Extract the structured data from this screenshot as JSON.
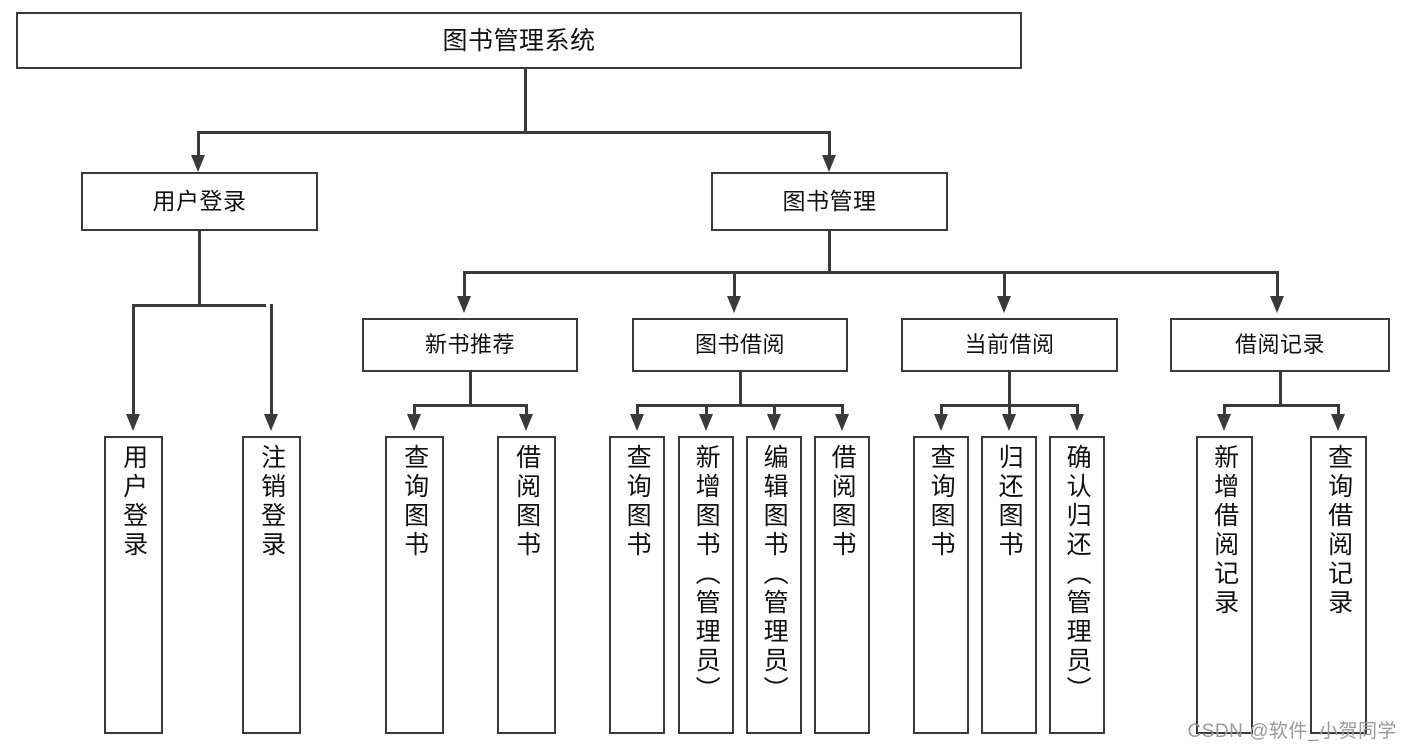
{
  "diagram": {
    "title": "图书管理系统",
    "type": "tree",
    "colors": {
      "stroke": "#3a3a3a",
      "text": "#111111",
      "background": "#ffffff",
      "watermark": "#9a9a9a"
    },
    "root": {
      "label": "图书管理系统"
    },
    "level2": [
      {
        "id": "user-login",
        "label": "用户登录"
      },
      {
        "id": "book-manage",
        "label": "图书管理"
      }
    ],
    "level3": [
      {
        "id": "new-book-rec",
        "label": "新书推荐",
        "parent": "book-manage"
      },
      {
        "id": "book-borrow",
        "label": "图书借阅",
        "parent": "book-manage"
      },
      {
        "id": "current-borrow",
        "label": "当前借阅",
        "parent": "book-manage"
      },
      {
        "id": "borrow-record",
        "label": "借阅记录",
        "parent": "book-manage"
      }
    ],
    "leaves": {
      "user_login": [
        {
          "id": "leaf-user-login",
          "label": "用户登录"
        },
        {
          "id": "leaf-logout",
          "label": "注销登录"
        }
      ],
      "new_book_rec": [
        {
          "id": "leaf-query-book-1",
          "label": "查询图书"
        },
        {
          "id": "leaf-borrow-book-1",
          "label": "借阅图书"
        }
      ],
      "book_borrow": [
        {
          "id": "leaf-query-book-2",
          "label": "查询图书"
        },
        {
          "id": "leaf-add-book",
          "label": "新增图书（管理员）"
        },
        {
          "id": "leaf-edit-book",
          "label": "编辑图书（管理员）"
        },
        {
          "id": "leaf-borrow-book-2",
          "label": "借阅图书"
        }
      ],
      "current_borrow": [
        {
          "id": "leaf-query-book-3",
          "label": "查询图书"
        },
        {
          "id": "leaf-return-book",
          "label": "归还图书"
        },
        {
          "id": "leaf-confirm-return",
          "label": "确认归还（管理员）"
        }
      ],
      "borrow_record": [
        {
          "id": "leaf-add-record",
          "label": "新增借阅记录"
        },
        {
          "id": "leaf-query-record",
          "label": "查询借阅记录"
        }
      ]
    }
  },
  "watermark": {
    "text": "CSDN @软件_小贺同学"
  }
}
